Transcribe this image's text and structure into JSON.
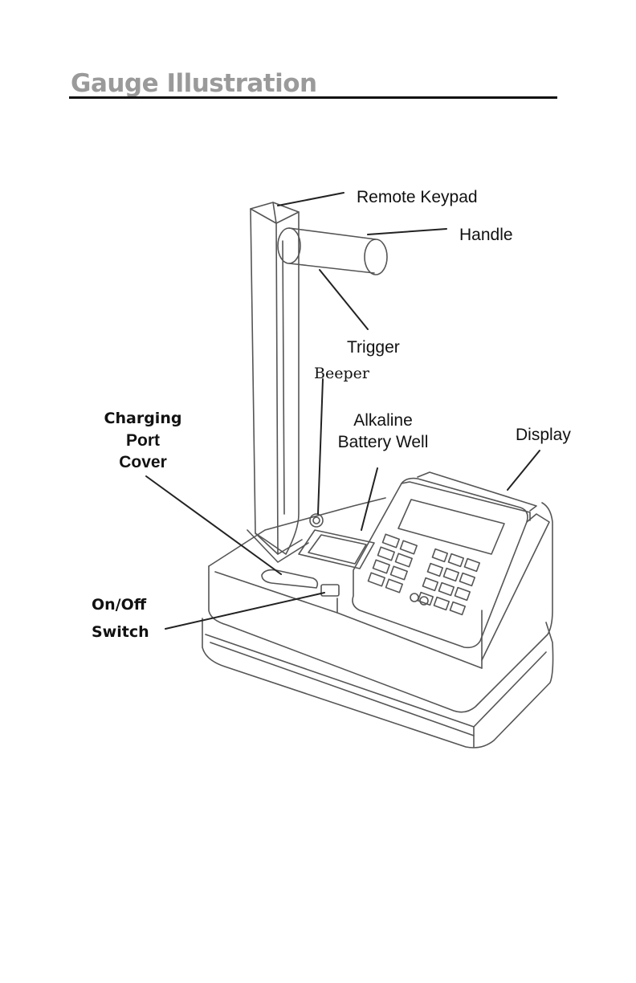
{
  "page": {
    "title": "Gauge Illustration"
  },
  "callouts": {
    "remote_keypad": "Remote Keypad",
    "handle": "Handle",
    "trigger": "Trigger",
    "beeper": "Beeper",
    "charging_port_cover": [
      "Charging",
      "Port",
      "Cover"
    ],
    "alkaline_battery_well": [
      "Alkaline",
      "Battery Well"
    ],
    "display": "Display",
    "on_off_switch": [
      "On/Off",
      "Switch"
    ]
  },
  "colors": {
    "title": "#9a9a9a",
    "line": "#222222",
    "outline": "#555555"
  }
}
